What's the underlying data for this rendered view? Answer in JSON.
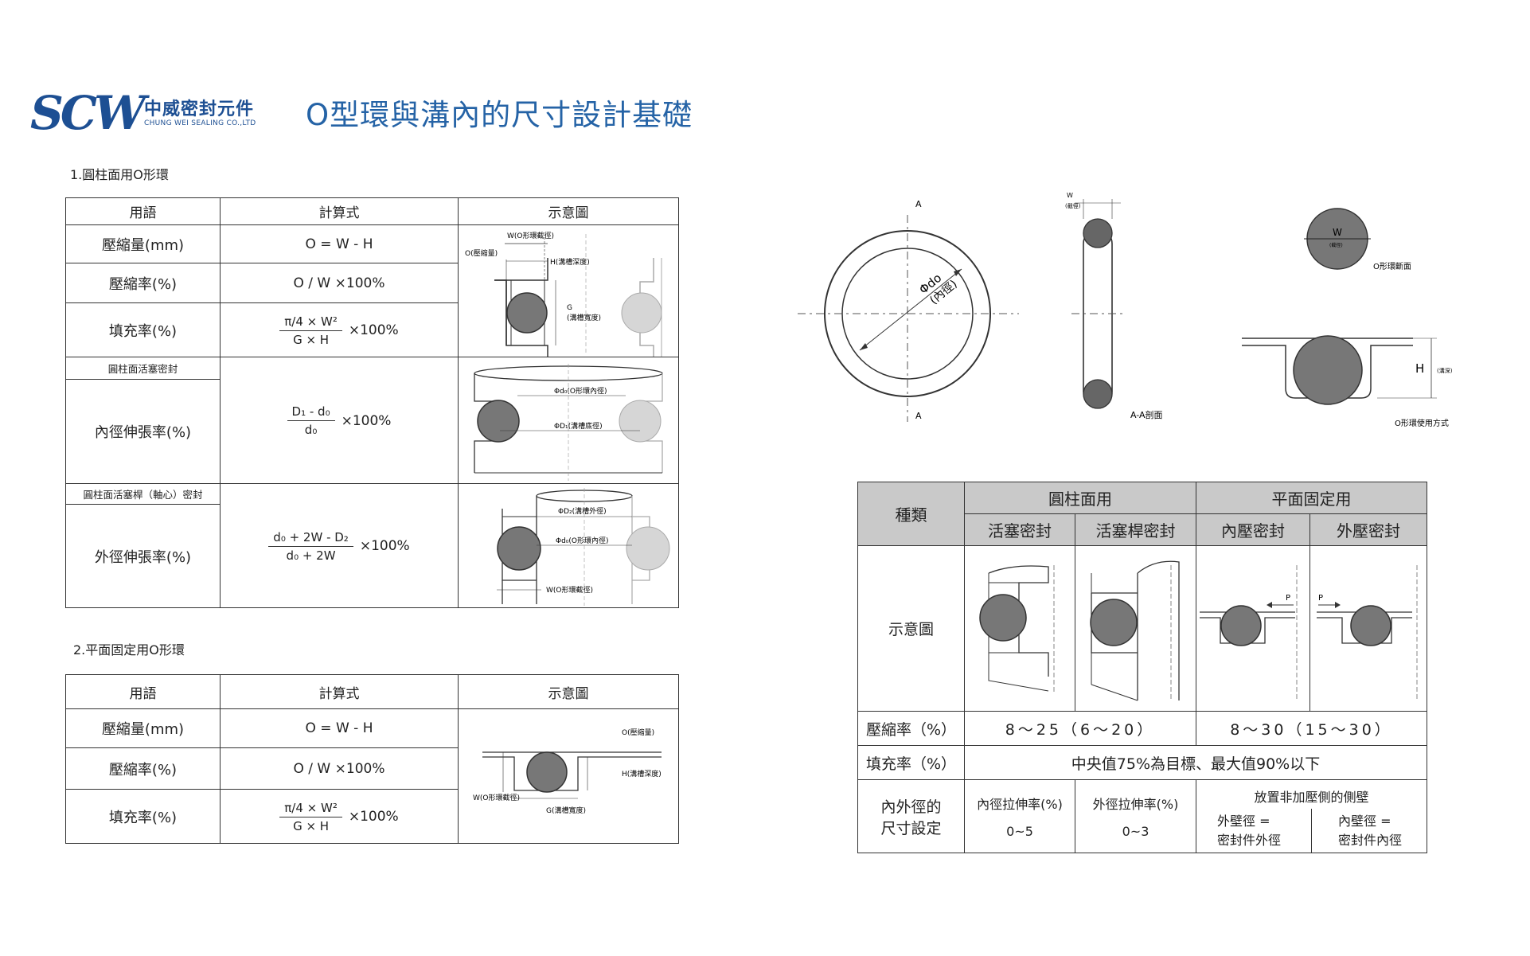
{
  "logo": {
    "letters": "SCW",
    "name": "中威密封元件",
    "sub": "CHUNG WEI SEALING CO.,LTD"
  },
  "title": "O型環與溝內的尺寸設計基礎",
  "section1": {
    "label": "1.圓柱面用O形環",
    "headers": {
      "term": "用語",
      "formula": "計算式",
      "diagram": "示意圖"
    },
    "rows": [
      {
        "term": "壓縮量(mm)",
        "formula": "O = W - H"
      },
      {
        "term": "壓縮率(%)",
        "formula": "O / W ×100%"
      },
      {
        "term": "填充率(%)",
        "num": "π/4 × W²",
        "den": "G × H",
        "mult": "×100%"
      }
    ],
    "piston": {
      "sublabel": "圓柱面活塞密封",
      "term": "內徑伸張率(%)",
      "num": "D₁ - d₀",
      "den": "d₀",
      "mult": "×100%"
    },
    "rod": {
      "sublabel": "圓柱面活塞桿（軸心）密封",
      "term": "外徑伸張率(%)",
      "num": "d₀ + 2W - D₂",
      "den": "d₀ + 2W",
      "mult": "×100%"
    },
    "diag_labels": {
      "w": "W(O形環截徑)",
      "o": "O(壓縮量)",
      "h": "H(溝槽深度)",
      "g": "G",
      "g2": "(溝槽寬度)",
      "d0": "Φd₀(O形環內徑)",
      "d1": "ΦD₁(溝槽底徑)",
      "d2": "ΦD₂(溝槽外徑)",
      "d0b": "Φd₀(O形環內徑)",
      "wb": "W(O形環截徑)"
    }
  },
  "section2": {
    "label": "2.平面固定用O形環",
    "headers": {
      "term": "用語",
      "formula": "計算式",
      "diagram": "示意圖"
    },
    "rows": [
      {
        "term": "壓縮量(mm)",
        "formula": "O = W - H"
      },
      {
        "term": "壓縮率(%)",
        "formula": "O / W ×100%"
      },
      {
        "term": "填充率(%)",
        "num": "π/4 × W²",
        "den": "G × H",
        "mult": "×100%"
      }
    ],
    "diag_labels": {
      "o": "O(壓縮量)",
      "h": "H(溝槽深度)",
      "w": "W(O形環截徑)",
      "g": "G(溝槽寬度)"
    }
  },
  "diagrams": {
    "a_top": "A",
    "a_bottom": "A",
    "do": "Φdo",
    "do_sub": "(內徑)",
    "w": "W",
    "w_sub": "(截徑)",
    "section_label": "A-A剖面",
    "cross_w": "W",
    "cross_w_sub": "(截徑)",
    "cross_label": "O形環斷面",
    "h": "H",
    "h_sub": "(溝深)",
    "usage_label": "O形環使用方式"
  },
  "table3": {
    "type": "種類",
    "cyl": "圓柱面用",
    "flat": "平面固定用",
    "sub": [
      "活塞密封",
      "活塞桿密封",
      "內壓密封",
      "外壓密封"
    ],
    "diag": "示意圖",
    "p1": "P",
    "p2": "P",
    "comp_label": "壓縮率（%）",
    "comp_cyl": "8～25（6～20）",
    "comp_flat": "8～30（15～30）",
    "fill_label": "填充率（%）",
    "fill_value": "中央值75%為目標、最大值90%以下",
    "size_label1": "內外徑的",
    "size_label2": "尺寸設定",
    "in_stretch": "內徑拉伸率(%)",
    "in_stretch_v": "0~5",
    "out_stretch": "外徑拉伸率(%)",
    "out_stretch_v": "0~3",
    "flat_note": "放置非加壓側的側壁",
    "outer1": "外壁徑 =",
    "outer2": "密封件外徑",
    "inner1": "內壁徑 =",
    "inner2": "密封件內徑"
  }
}
